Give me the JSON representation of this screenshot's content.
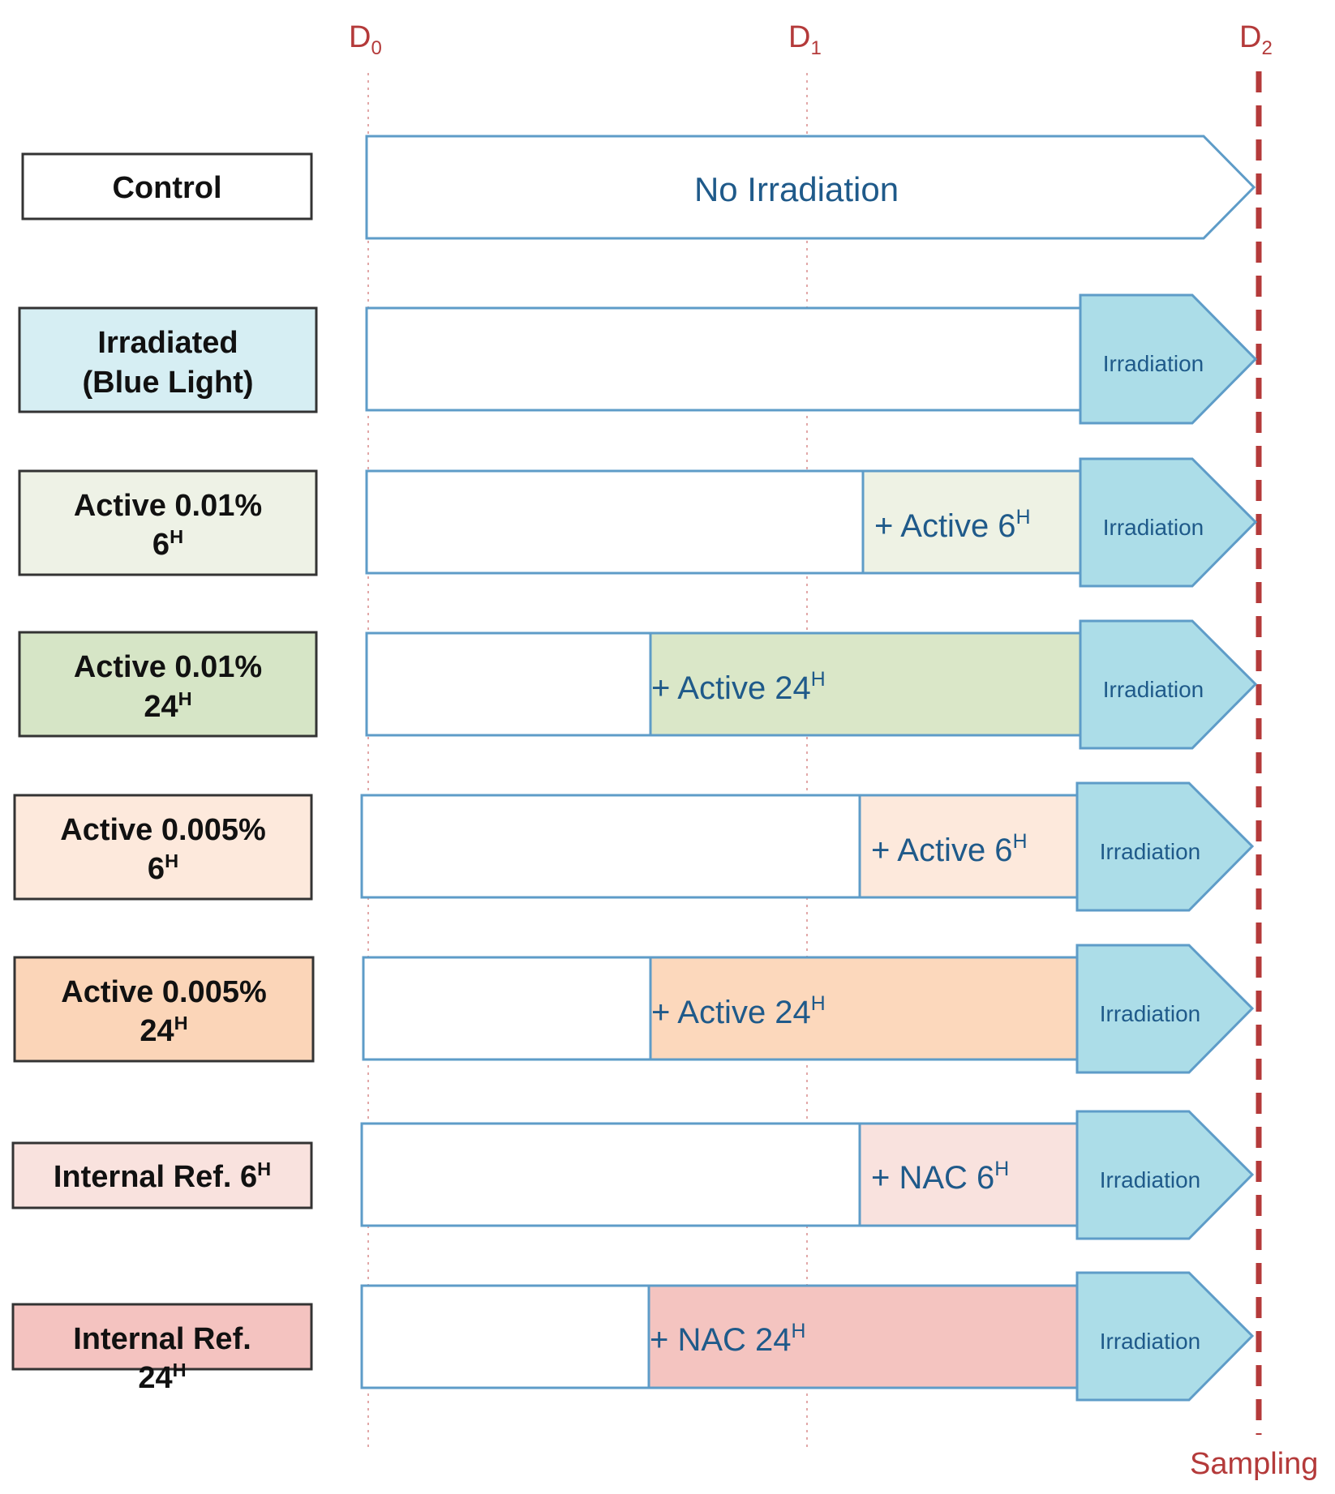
{
  "markers": {
    "d0": {
      "base": "D",
      "sub": "0"
    },
    "d1": {
      "base": "D",
      "sub": "1"
    },
    "d2": {
      "base": "D",
      "sub": "2"
    },
    "sampling": "Sampling"
  },
  "colors": {
    "arrow_stroke": "#5e9cc8",
    "irradiation_fill": "#acdde8",
    "marker_red": "#b43a3a",
    "label_border": "#333333"
  },
  "rows": [
    {
      "label": {
        "line1": "Control",
        "line2": "",
        "line2_sup": ""
      },
      "label_fill": "#ffffff",
      "treatment": {
        "text": "No Irradiation",
        "sup": ""
      },
      "treatment_fill": "#ffffff",
      "irradiation": ""
    },
    {
      "label": {
        "line1": "Irradiated",
        "line2": "(Blue Light)",
        "line2_sup": ""
      },
      "label_fill": "#d6eef3",
      "treatment": {
        "text": "",
        "sup": ""
      },
      "treatment_fill": "#ffffff",
      "irradiation": "Irradiation"
    },
    {
      "label": {
        "line1": "Active 0.01%",
        "line2": "6",
        "line2_sup": "H"
      },
      "label_fill": "#eef2e6",
      "treatment": {
        "text": "+ Active 6",
        "sup": "H"
      },
      "treatment_fill": "#eef2e4",
      "irradiation": "Irradiation"
    },
    {
      "label": {
        "line1": "Active 0.01%",
        "line2": "24",
        "line2_sup": "H"
      },
      "label_fill": "#d6e5c6",
      "treatment": {
        "text": "+ Active 24",
        "sup": "H"
      },
      "treatment_fill": "#dae7c8",
      "irradiation": "Irradiation"
    },
    {
      "label": {
        "line1": "Active 0.005%",
        "line2": "6",
        "line2_sup": "H"
      },
      "label_fill": "#fde9dc",
      "treatment": {
        "text": "+ Active 6",
        "sup": "H"
      },
      "treatment_fill": "#fde9dc",
      "irradiation": "Irradiation"
    },
    {
      "label": {
        "line1": "Active 0.005%",
        "line2": "24",
        "line2_sup": "H"
      },
      "label_fill": "#fbd5b8",
      "treatment": {
        "text": "+ Active 24",
        "sup": "H"
      },
      "treatment_fill": "#fcd8bc",
      "irradiation": "Irradiation"
    },
    {
      "label": {
        "line1": "Internal Ref. 6",
        "line2": "",
        "line1_sup": "H",
        "line2_sup": ""
      },
      "label_fill": "#f9e2de",
      "treatment": {
        "text": "+ NAC 6",
        "sup": "H"
      },
      "treatment_fill": "#f9e2de",
      "irradiation": "Irradiation"
    },
    {
      "label": {
        "line1": "Internal Ref.",
        "line2": "24",
        "line2_sup": "H"
      },
      "label_fill": "#f4c3c0",
      "treatment": {
        "text": "+ NAC 24",
        "sup": "H"
      },
      "treatment_fill": "#f4c4c0",
      "irradiation": "Irradiation"
    }
  ]
}
